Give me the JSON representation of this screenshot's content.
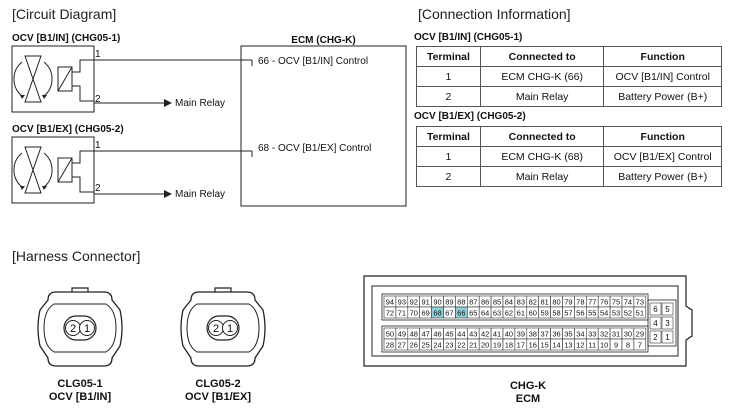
{
  "circuit": {
    "title": "[Circuit Diagram]",
    "ocv_in_label": "OCV [B1/IN] (CHG05-1)",
    "ocv_ex_label": "OCV [B1/EX] (CHG05-2)",
    "pin1": "1",
    "pin2": "2",
    "main_relay": "Main Relay",
    "ecm_label": "ECM (CHG-K)",
    "ecm_pin_66": "66 - OCV [B1/IN] Control",
    "ecm_pin_68": "68 - OCV [B1/EX] Control"
  },
  "connection": {
    "title": "[Connection Information]",
    "headers": [
      "Terminal",
      "Connected to",
      "Function"
    ],
    "tables": [
      {
        "caption": "OCV [B1/IN] (CHG05-1)",
        "rows": [
          [
            "1",
            "ECM CHG-K (66)",
            "OCV [B1/IN] Control"
          ],
          [
            "2",
            "Main Relay",
            "Battery Power (B+)"
          ]
        ]
      },
      {
        "caption": "OCV [B1/EX] (CHG05-2)",
        "rows": [
          [
            "1",
            "ECM CHG-K (68)",
            "OCV [B1/EX] Control"
          ],
          [
            "2",
            "Main Relay",
            "Battery Power (B+)"
          ]
        ]
      }
    ]
  },
  "harness": {
    "title": "[Harness Connector]",
    "connectors": [
      {
        "name": "CLG05-1",
        "sub": "OCV [B1/IN]",
        "pins": [
          "2",
          "1"
        ]
      },
      {
        "name": "CLG05-2",
        "sub": "OCV [B1/EX]",
        "pins": [
          "2",
          "1"
        ]
      }
    ],
    "ecm": {
      "name": "CHG-K",
      "sub": "ECM",
      "row1": [
        "94",
        "93",
        "92",
        "91",
        "90",
        "89",
        "88",
        "87",
        "86",
        "85",
        "84",
        "83",
        "82",
        "81",
        "80",
        "79",
        "78",
        "77",
        "76",
        "75",
        "74",
        "73"
      ],
      "row2": [
        "72",
        "71",
        "70",
        "69",
        "68",
        "67",
        "66",
        "65",
        "64",
        "63",
        "62",
        "61",
        "60",
        "59",
        "58",
        "57",
        "56",
        "55",
        "54",
        "53",
        "52",
        "51"
      ],
      "row3": [
        "50",
        "49",
        "48",
        "47",
        "46",
        "45",
        "44",
        "43",
        "42",
        "41",
        "40",
        "39",
        "38",
        "37",
        "36",
        "35",
        "34",
        "33",
        "32",
        "31",
        "30",
        "29"
      ],
      "row4": [
        "28",
        "27",
        "26",
        "25",
        "24",
        "23",
        "22",
        "21",
        "20",
        "19",
        "18",
        "17",
        "16",
        "15",
        "14",
        "13",
        "12",
        "11",
        "10",
        "9",
        "8",
        "7"
      ],
      "side": [
        [
          "6",
          "5"
        ],
        [
          "4",
          "3"
        ],
        [
          "2",
          "1"
        ]
      ],
      "highlight": [
        "68",
        "66"
      ],
      "highlight_color": "#8fcfd6"
    }
  }
}
